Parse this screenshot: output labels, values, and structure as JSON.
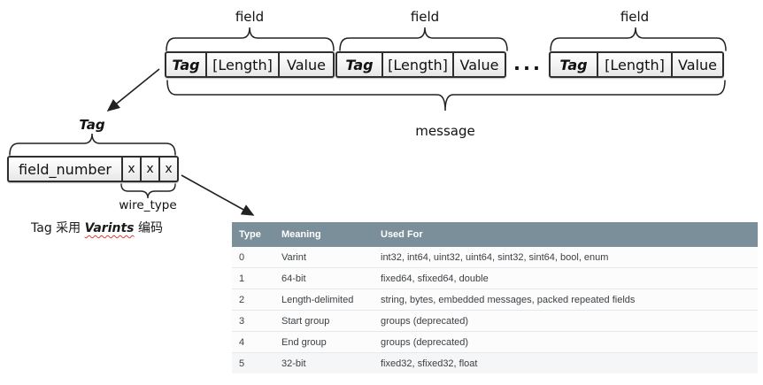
{
  "diagram": {
    "field_label": "field",
    "message_label": "message",
    "tag_section_label": "Tag",
    "wire_type_label": "wire_type",
    "ellipsis": "...",
    "groups": [
      {
        "tag": "Tag",
        "length": "[Length]",
        "value": "Value"
      },
      {
        "tag": "Tag",
        "length": "[Length]",
        "value": "Value"
      },
      {
        "tag": "Tag",
        "length": "[Length]",
        "value": "Value"
      }
    ],
    "tag_box": {
      "field_number": "field_number",
      "x": "x"
    },
    "note": {
      "prefix": "Tag 采用 ",
      "highlight": "Varints",
      "suffix": " 编码"
    }
  },
  "table": {
    "columns": [
      "Type",
      "Meaning",
      "Used For"
    ],
    "rows": [
      [
        "0",
        "Varint",
        "int32, int64, uint32, uint64, sint32, sint64, bool, enum"
      ],
      [
        "1",
        "64-bit",
        "fixed64, sfixed64, double"
      ],
      [
        "2",
        "Length-delimited",
        "string, bytes, embedded messages, packed repeated fields"
      ],
      [
        "3",
        "Start group",
        "groups (deprecated)"
      ],
      [
        "4",
        "End group",
        "groups (deprecated)"
      ],
      [
        "5",
        "32-bit",
        "fixed32, sfixed32, float"
      ]
    ]
  },
  "colors": {
    "table_header_bg": "#7a8f9a",
    "table_header_text": "#ffffff",
    "table_row_text": "#3c4043",
    "note_underline": "#e03a2f",
    "diagram_ink": "#2f2f2f"
  }
}
